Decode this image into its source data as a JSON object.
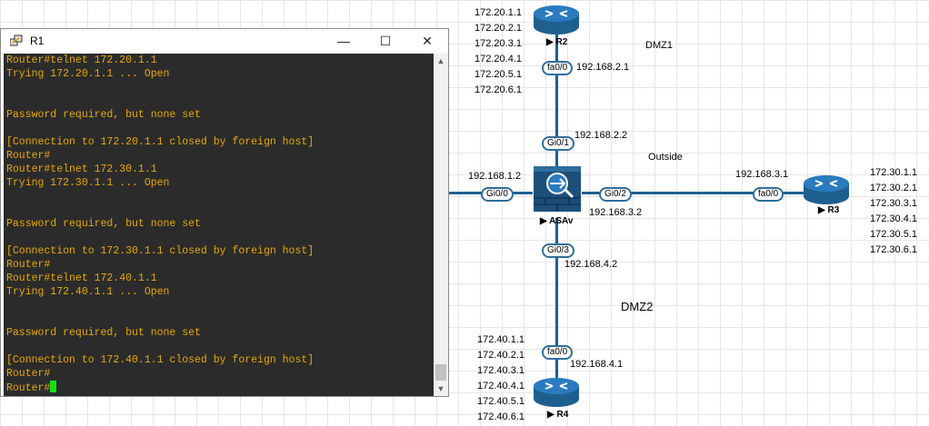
{
  "window": {
    "title": "R1",
    "controls": {
      "minimize": "—",
      "maximize": "☐",
      "close": "✕"
    },
    "terminal_lines": [
      "Router#telnet 172.20.1.1",
      "Trying 172.20.1.1 ... Open",
      "",
      "",
      "Password required, but none set",
      "",
      "[Connection to 172.20.1.1 closed by foreign host]",
      "Router#",
      "Router#telnet 172.30.1.1",
      "Trying 172.30.1.1 ... Open",
      "",
      "",
      "Password required, but none set",
      "",
      "[Connection to 172.30.1.1 closed by foreign host]",
      "Router#",
      "Router#telnet 172.40.1.1",
      "Trying 172.40.1.1 ... Open",
      "",
      "",
      "Password required, but none set",
      "",
      "[Connection to 172.40.1.1 closed by foreign host]",
      "Router#"
    ],
    "prompt": "Router#",
    "terminal_colors": {
      "background": "#2b2b2b",
      "text": "#e8a900",
      "cursor": "#13e013"
    }
  },
  "topology": {
    "zones": {
      "dmz1": "DMZ1",
      "outside": "Outside",
      "dmz2": "DMZ2"
    },
    "devices": {
      "r2": {
        "name": "R2",
        "loopbacks": [
          "172.20.1.1",
          "172.20.2.1",
          "172.20.3.1",
          "172.20.4.1",
          "172.20.5.1",
          "172.20.6.1"
        ]
      },
      "r3": {
        "name": "R3",
        "loopbacks": [
          "172.30.1.1",
          "172.30.2.1",
          "172.30.3.1",
          "172.30.4.1",
          "172.30.5.1",
          "172.30.6.1"
        ]
      },
      "r4": {
        "name": "R4",
        "loopbacks": [
          "172.40.1.1",
          "172.40.2.1",
          "172.40.3.1",
          "172.40.4.1",
          "172.40.5.1",
          "172.40.6.1"
        ]
      },
      "asav": {
        "name": "ASAv"
      }
    },
    "ports": {
      "r2_fa00": "fa0/0",
      "asa_gi01": "Gi0/1",
      "asa_gi00": "Gi0/0",
      "asa_gi02": "Gi0/2",
      "asa_gi03": "Gi0/3",
      "r3_fa00": "fa0/0",
      "r4_fa00": "fa0/0"
    },
    "addresses": {
      "r2_fa00": "192.168.2.1",
      "asa_gi01": "192.168.2.2",
      "asa_gi00": "192.168.1.2",
      "r3_fa00": "192.168.3.1",
      "asa_gi02": "192.168.3.2",
      "asa_gi03": "192.168.4.2",
      "r4_fa00": "192.168.4.1"
    },
    "colors": {
      "link": "#1f5f8f",
      "router": "#2a7bbf",
      "asa": "#1c4f7a"
    }
  }
}
